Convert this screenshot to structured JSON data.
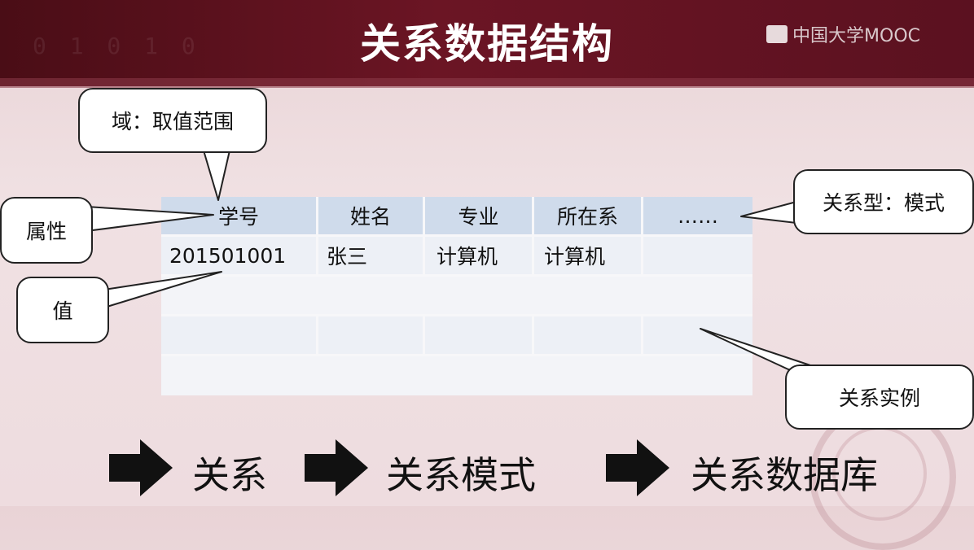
{
  "slide": {
    "title": "关系数据结构",
    "logo_text": "中国大学MOOC",
    "bg_code": "0 1 0 1 0"
  },
  "table": {
    "headers": [
      "学号",
      "姓名",
      "专业",
      "所在系",
      "……"
    ],
    "row": [
      "201501001",
      "张三",
      "计算机",
      "计算机",
      ""
    ]
  },
  "callouts": {
    "domain": "域：取值范围",
    "attribute": "属性",
    "value": "值",
    "schema": "关系型：模式",
    "instance": "关系实例"
  },
  "bottom": {
    "item1": "关系",
    "item2": "关系模式",
    "item3": "关系数据库"
  },
  "colors": {
    "header_dark": "#4a0d16",
    "table_header": "#cfdbeb"
  }
}
